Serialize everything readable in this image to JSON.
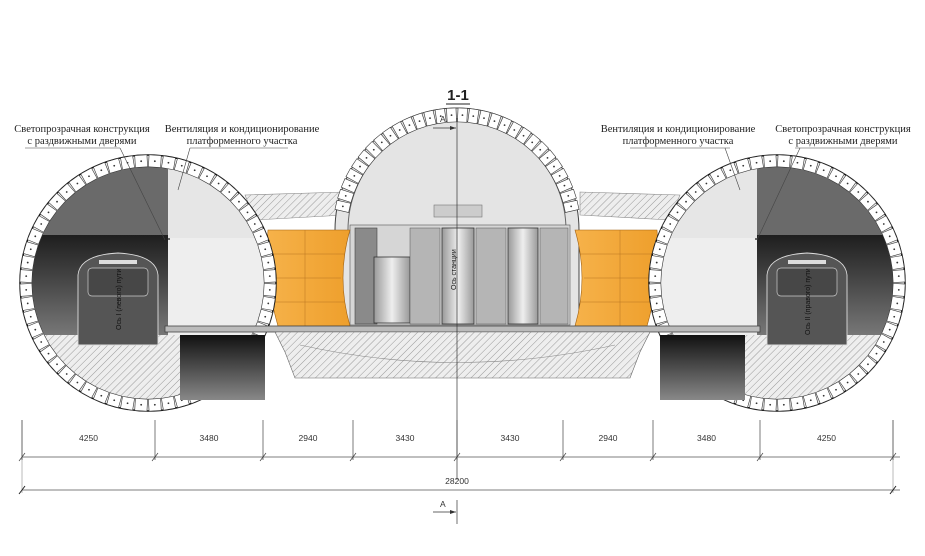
{
  "drawing": {
    "section_title": "1-1",
    "section_marker": "A",
    "callouts": {
      "left_glazing": [
        "Светопрозрачная конструкция",
        "с раздвижными дверями"
      ],
      "left_ventilation": [
        "Вентиляция и кондиционирование",
        "платформенного участка"
      ],
      "right_ventilation": [
        "Вентиляция и кондиционирование",
        "платформенного участка"
      ],
      "right_glazing": [
        "Светопрозрачная конструкция",
        "с раздвижными дверями"
      ]
    },
    "axis_labels": {
      "station_axis": "Ось станции",
      "left_track_axis": "Ось I (левого) пути",
      "right_track_axis": "Ось II (правого) пути"
    },
    "dimensions": {
      "segments": [
        "4250",
        "3480",
        "2940",
        "3430",
        "3430",
        "2940",
        "3480",
        "4250"
      ],
      "total": "28200"
    },
    "colors": {
      "panel_orange": "#f2a93b",
      "tunnel_dark": "#3a3a3a",
      "hall_grey": "#d6d6d6"
    }
  }
}
